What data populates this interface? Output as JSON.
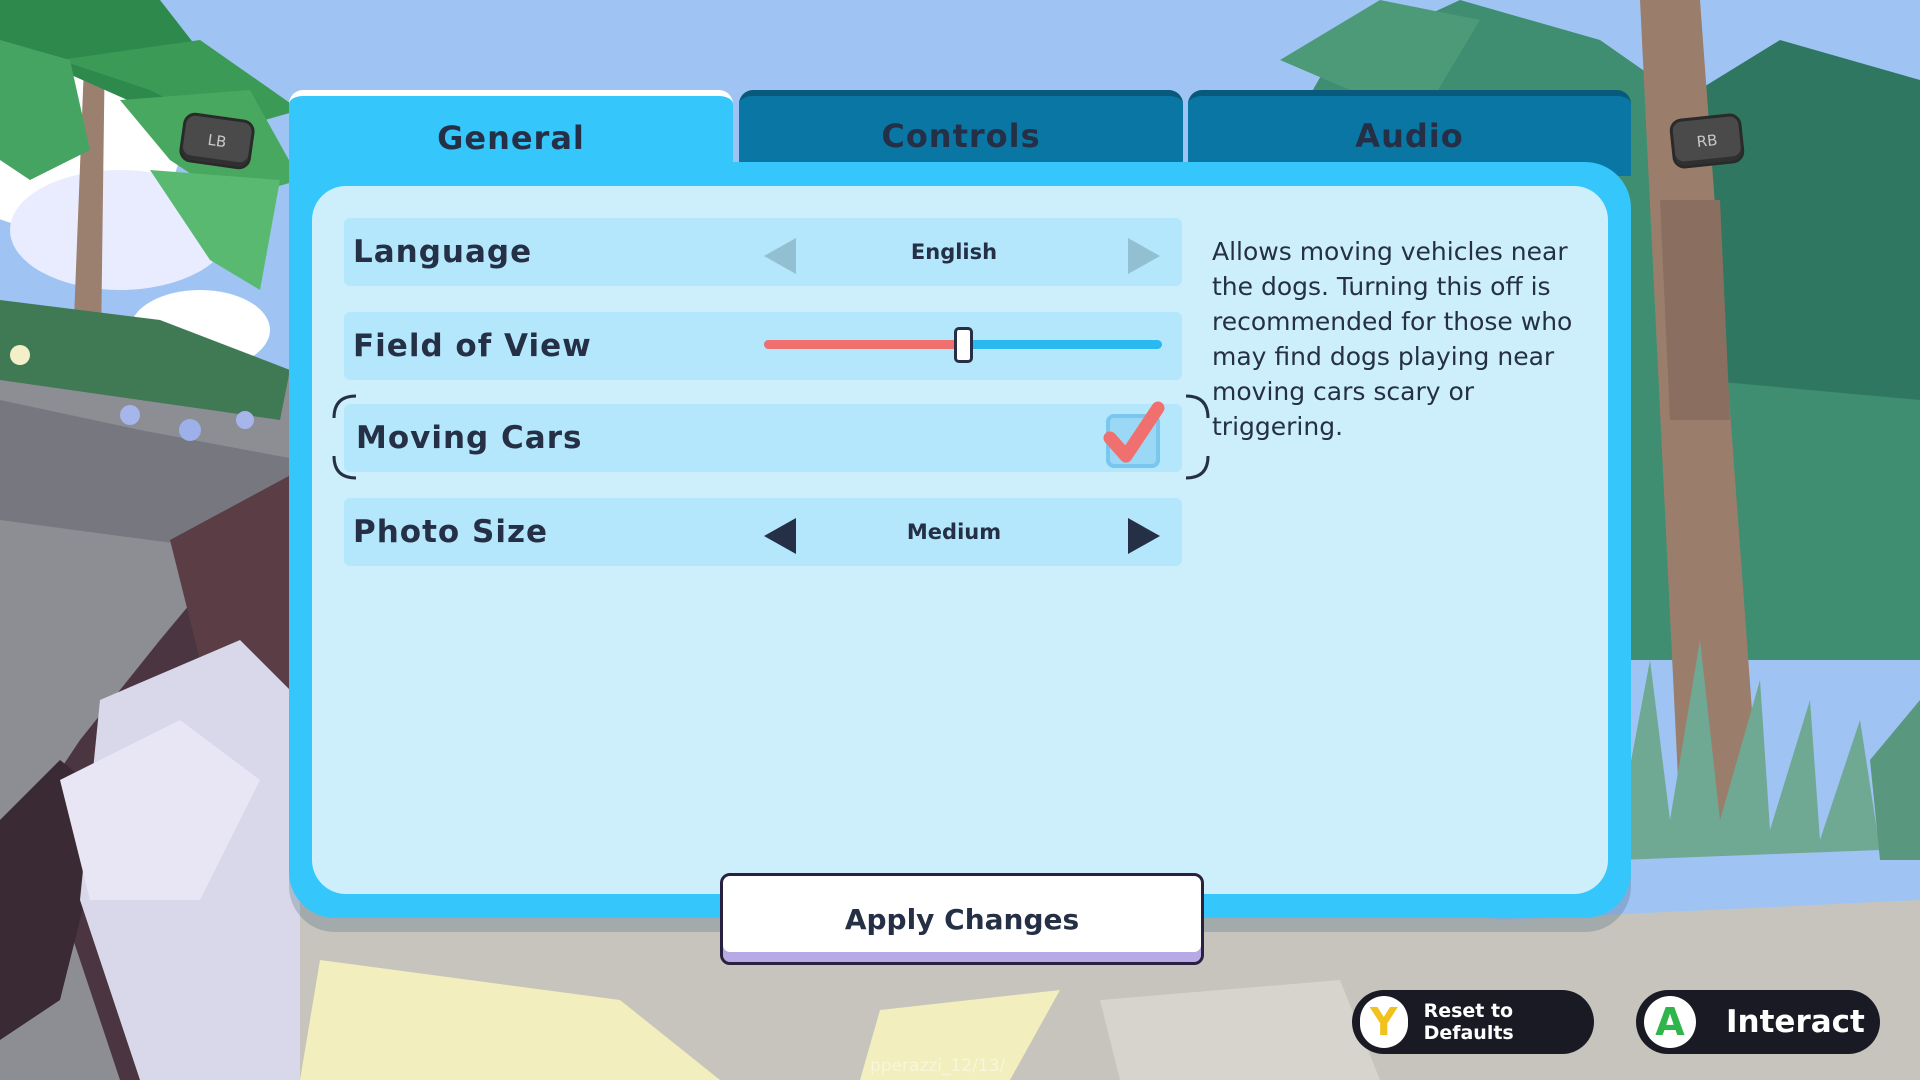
{
  "colors": {
    "panel_outer": "#35c7fb",
    "panel_inner": "#cdeffc",
    "row_bg": "#b4e7fb",
    "text_dark": "#253046",
    "accent_red": "#f07070",
    "tab_inactive": "#0a76a4"
  },
  "shoulders": {
    "left": "LB",
    "right": "RB"
  },
  "tabs": [
    {
      "label": "General",
      "active": true
    },
    {
      "label": "Controls",
      "active": false
    },
    {
      "label": "Audio",
      "active": false
    }
  ],
  "settings": {
    "language": {
      "label": "Language",
      "value": "English",
      "left_arrow_icon": "caret-left-icon",
      "right_arrow_icon": "caret-right-icon",
      "arrows_enabled": false
    },
    "fov": {
      "label": "Field of View",
      "slider_fraction": 0.5
    },
    "moving_cars": {
      "label": "Moving Cars",
      "checked": true,
      "focused": true
    },
    "photo_size": {
      "label": "Photo Size",
      "value": "Medium",
      "arrows_enabled": true
    }
  },
  "description": "Allows moving vehicles near the dogs. Turning this off is recommended for those who may find dogs playing near moving cars scary or triggering.",
  "apply_button": "Apply Changes",
  "prompts": {
    "reset": {
      "button": "Y",
      "label": "Reset to Defaults",
      "button_color": "#f2c21c"
    },
    "interact": {
      "button": "A",
      "label": "Interact",
      "button_color": "#2fb54a"
    }
  },
  "watermark": "pperazzi_12/13/"
}
